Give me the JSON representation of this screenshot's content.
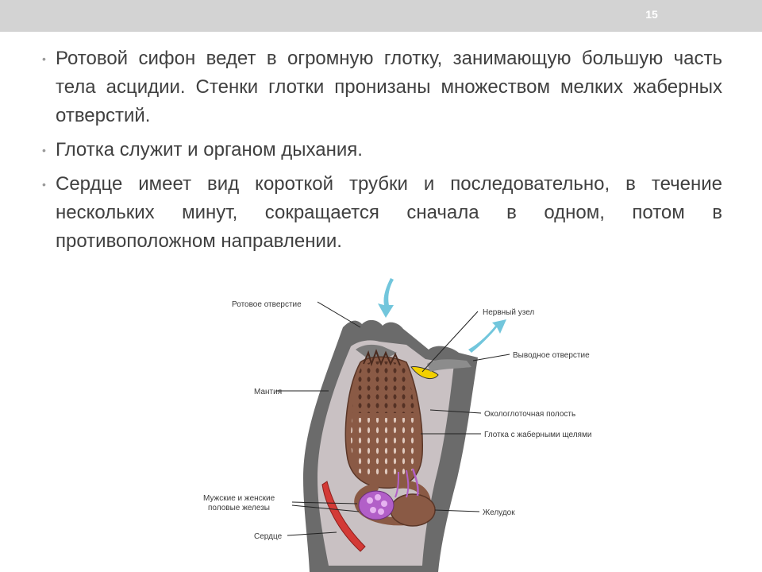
{
  "slide": {
    "number": "15"
  },
  "bullets": [
    "Ротовой сифон ведет в огромную глотку, занимающую большую часть тела асцидии. Стенки глотки пронизаны множеством мелких жаберных отверстий.",
    "Глотка служит и органом дыхания.",
    "Сердце имеет вид короткой трубки и последовательно, в течение нескольких минут, сокращается сначала в одном, потом в противоположном направлении."
  ],
  "diagram": {
    "labels": {
      "mouth": "Ротовое отверстие",
      "mantle": "Мантия",
      "gonads_1": "Мужские и женские",
      "gonads_2": "половые железы",
      "heart": "Сердце",
      "ganglion": "Нервный узел",
      "outlet": "Выводное отверстие",
      "cavity": "Окологлоточная полость",
      "pharynx": "Глотка с жаберными щелями",
      "stomach": "Желудок"
    },
    "colors": {
      "tunic": "#6b6b6b",
      "cavity": "#c9c1c3",
      "pharynx": "#8a5a45",
      "heart": "#d33a36",
      "gonads": "#b25fc8",
      "arrow": "#72c6dc",
      "ganglion": "#f2d000"
    }
  }
}
